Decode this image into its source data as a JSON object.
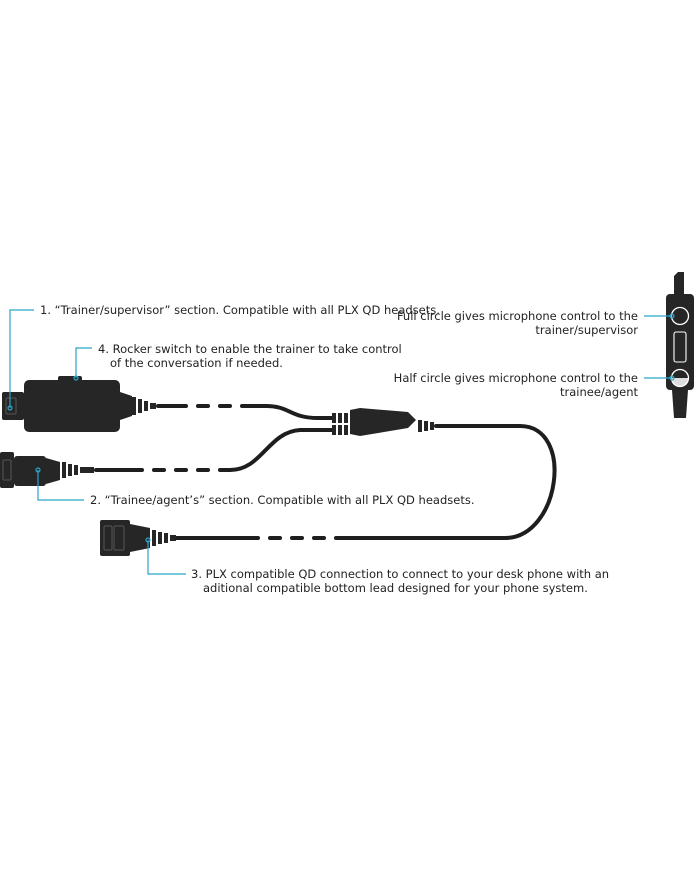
{
  "colors": {
    "cable": "#1e1e1e",
    "connector": "#262626",
    "callout": "#2ba3c6",
    "text": "#222222",
    "background": "#ffffff"
  },
  "callouts": {
    "trainer": {
      "text": "1. “Trainer/supervisor” section. Compatible with all PLX QD headsets."
    },
    "rocker": {
      "line1": "4. Rocker switch to enable the trainer to take control",
      "line2": "of the conversation if needed."
    },
    "trainee": {
      "text": "2. “Trainee/agent’s” section. Compatible with all PLX QD headsets."
    },
    "plx": {
      "line1": "3. PLX compatible QD connection to connect to your desk phone with an",
      "line2": "aditional compatible bottom lead designed for your phone system."
    },
    "full_circle": {
      "line1": "Full circle gives microphone control to the",
      "line2": "trainer/supervisor"
    },
    "half_circle": {
      "line1": "Half circle gives microphone control to the",
      "line2": "trainee/agent"
    }
  }
}
